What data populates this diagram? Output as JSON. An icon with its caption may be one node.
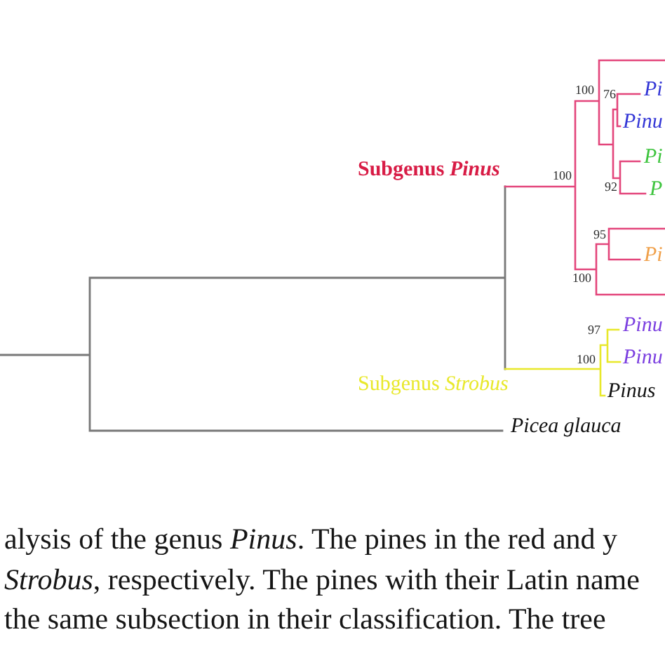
{
  "diagram": {
    "caption": "alysis of the genus *Pinus*. The pines in the red and y *Strobus*, respectively. The pines with their Latin name the same subsection in their classification. The tree",
    "labels": [
      "100",
      "Pi",
      "76",
      "Pinu",
      "Pi",
      "Subgenus *Pinus*",
      "100",
      "92",
      "P",
      "95",
      "Pi",
      "100",
      "Pinu",
      "97",
      "Pinu",
      "100",
      "Subgenus *Strobus*",
      "Pinus",
      "Picea glauca"
    ]
  }
}
